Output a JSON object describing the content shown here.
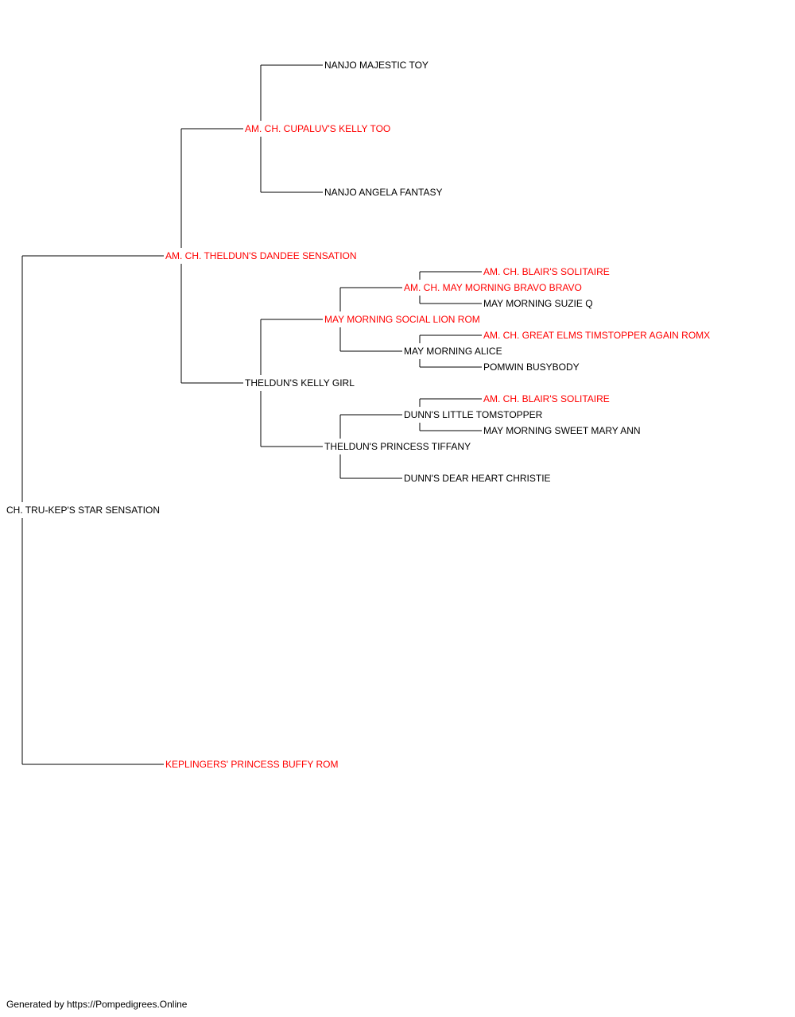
{
  "colors": {
    "champion": "#ff0000",
    "normal": "#000000",
    "connector": "#000000"
  },
  "pedigree": {
    "name": "CH. TRU-KEP'S STAR SENSATION",
    "titled": false,
    "parents": [
      {
        "name": "AM. CH. THELDUN'S DANDEE SENSATION",
        "titled": true,
        "parents": [
          {
            "name": "AM. CH. CUPALUV'S KELLY TOO",
            "titled": true,
            "parents": [
              {
                "name": "NANJO MAJESTIC TOY",
                "titled": false
              },
              {
                "name": "NANJO ANGELA FANTASY",
                "titled": false
              }
            ]
          },
          {
            "name": "THELDUN'S KELLY GIRL",
            "titled": false,
            "parents": [
              {
                "name": "MAY MORNING SOCIAL LION ROM",
                "titled": true,
                "parents": [
                  {
                    "name": "AM. CH. MAY MORNING BRAVO BRAVO",
                    "titled": true,
                    "parents": [
                      {
                        "name": "AM. CH. BLAIR'S SOLITAIRE",
                        "titled": true
                      },
                      {
                        "name": "MAY MORNING SUZIE Q",
                        "titled": false
                      }
                    ]
                  },
                  {
                    "name": "MAY MORNING ALICE",
                    "titled": false,
                    "parents": [
                      {
                        "name": "AM. CH. GREAT ELMS TIMSTOPPER AGAIN ROMX",
                        "titled": true
                      },
                      {
                        "name": "POMWIN BUSYBODY",
                        "titled": false
                      }
                    ]
                  }
                ]
              },
              {
                "name": "THELDUN'S PRINCESS TIFFANY",
                "titled": false,
                "parents": [
                  {
                    "name": "DUNN'S LITTLE TOMSTOPPER",
                    "titled": false,
                    "parents": [
                      {
                        "name": "AM. CH. BLAIR'S SOLITAIRE",
                        "titled": true
                      },
                      {
                        "name": "MAY MORNING SWEET MARY ANN",
                        "titled": false
                      }
                    ]
                  },
                  {
                    "name": "DUNN'S DEAR HEART CHRISTIE",
                    "titled": false
                  }
                ]
              }
            ]
          }
        ]
      },
      {
        "name": "KEPLINGERS' PRINCESS BUFFY ROM",
        "titled": true
      }
    ]
  },
  "footer": {
    "text": "Generated by https://Pompedigrees.Online"
  }
}
